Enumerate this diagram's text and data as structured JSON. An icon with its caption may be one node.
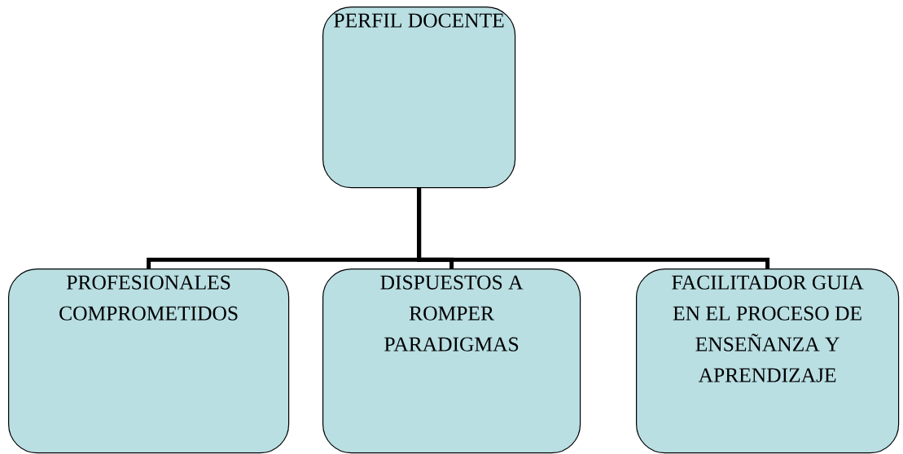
{
  "diagram": {
    "nodes": [
      {
        "text": [
          "PERFIL DOCENTE"
        ]
      },
      {
        "text": [
          "PROFESIONALES COMPROMETIDOS"
        ]
      },
      {
        "text": [
          "DISPUESTOS A ROMPER PARADIGMAS"
        ]
      },
      {
        "text": [
          "FACILITADOR GUIA EN EL PROCESO DE ENSEÑANZA Y APRENDIZAJE"
        ]
      }
    ],
    "edges": [
      {
        "from": 0,
        "to": 1,
        "arrow": "none"
      },
      {
        "from": 0,
        "to": 2,
        "arrow": "none"
      },
      {
        "from": 0,
        "to": 3,
        "arrow": "none"
      }
    ]
  }
}
